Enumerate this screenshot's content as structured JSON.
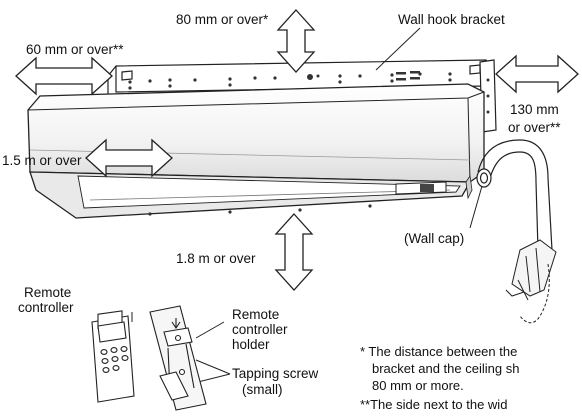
{
  "labels": {
    "top_clearance": "80 mm or over*",
    "wall_hook_bracket": "Wall hook bracket",
    "left_clearance": "60 mm or over**",
    "right_clearance_line1": "130 mm",
    "right_clearance_line2": "or over**",
    "front_clearance": "1.5 m or over",
    "wall_cap": "(Wall cap)",
    "floor_clearance": "1.8 m or over",
    "remote_controller_line1": "Remote",
    "remote_controller_line2": "controller",
    "holder_line1": "Remote",
    "holder_line2": "controller",
    "holder_line3": "holder",
    "screw_line1": "Tapping screw",
    "screw_line2": "(small)"
  },
  "footnotes": {
    "note1_line1": "* The distance between the",
    "note1_line2": "bracket and the ceiling sh",
    "note1_line3": "80 mm or more.",
    "note2_line1": "**The side next to the wid"
  }
}
